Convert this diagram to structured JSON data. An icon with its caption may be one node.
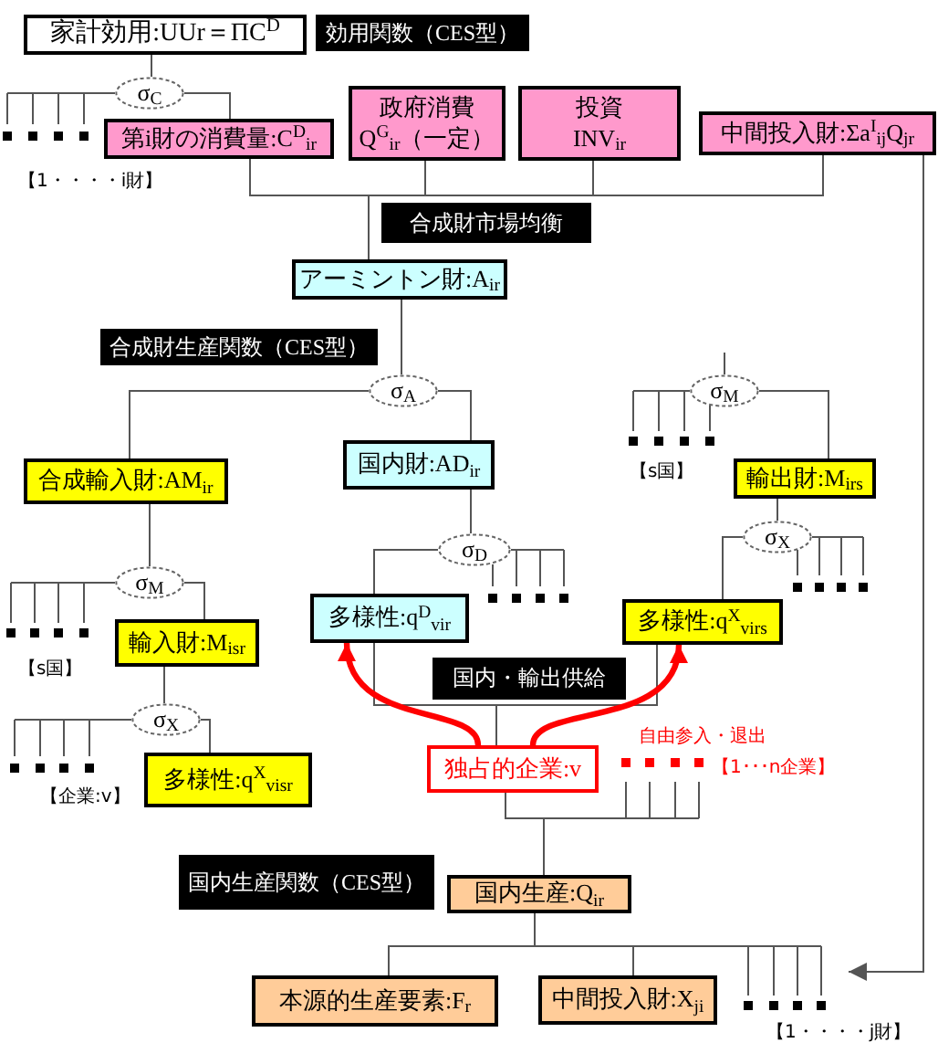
{
  "diagram": {
    "nodes": [
      {
        "text": [
          "家計効用:UUr＝ΠC$^{D}$"
        ]
      },
      {
        "text": [
          "効用関数（CES型）"
        ]
      },
      {
        "text": [
          "σ$_{C}$"
        ]
      },
      {
        "text": [
          "第i財の消費量:C$^{D}$$_{ir}$"
        ]
      },
      {
        "text": [
          "政府消費",
          "Q$^{G}$$_{ir}$（一定）"
        ]
      },
      {
        "text": [
          "投資",
          "INV$_{ir}$"
        ]
      },
      {
        "text": [
          "中間投入財:Σa$^{I}$$_{ij}$Q$_{jr}$"
        ]
      },
      {
        "text": [
          "合成財市場均衡"
        ]
      },
      {
        "text": [
          "アーミントン財:A$_{ir}$"
        ]
      },
      {
        "text": [
          "合成財生産関数（CES型）"
        ]
      },
      {
        "text": [
          "σ$_{A}$"
        ]
      },
      {
        "text": [
          "σ$_{M}$"
        ]
      },
      {
        "text": [
          "合成輸入財:AM$_{ir}$"
        ]
      },
      {
        "text": [
          "国内財:AD$_{ir}$"
        ]
      },
      {
        "text": [
          "輸出財:M$_{irs}$"
        ]
      },
      {
        "text": [
          "σ$_{X}$"
        ]
      },
      {
        "text": [
          "σ$_{D}$"
        ]
      },
      {
        "text": [
          "σ$_{M}$"
        ]
      },
      {
        "text": [
          "多様性:q$^{D}$$_{vir}$"
        ]
      },
      {
        "text": [
          "多様性:q$^{X}$$_{virs}$"
        ]
      },
      {
        "text": [
          "輸入財:M$_{isr}$"
        ]
      },
      {
        "text": [
          "国内・輸出供給"
        ]
      },
      {
        "text": [
          "σ$_{X}$"
        ]
      },
      {
        "text": [
          "独占的企業:v"
        ]
      },
      {
        "text": [
          "多様性:q$^{X}$$_{visr}$"
        ]
      },
      {
        "text": [
          "国内生産関数（CES型）"
        ]
      },
      {
        "text": [
          "国内生産:Q$_{ir}$"
        ]
      },
      {
        "text": [
          "本源的生産要素:F$_{r}$"
        ]
      },
      {
        "text": [
          "中間投入財:X$_{ji}$"
        ]
      }
    ],
    "edges": [
      {
        "from": 0,
        "to": 2,
        "arrow": "none"
      },
      {
        "from": 2,
        "to": 3,
        "arrow": "none"
      },
      {
        "from": 3,
        "to": 8,
        "arrow": "none"
      },
      {
        "from": 4,
        "to": 8,
        "arrow": "none"
      },
      {
        "from": 5,
        "to": 8,
        "arrow": "none"
      },
      {
        "from": 6,
        "to": 8,
        "arrow": "none"
      },
      {
        "from": 8,
        "to": 10,
        "arrow": "none"
      },
      {
        "from": 10,
        "to": 12,
        "arrow": "none"
      },
      {
        "from": 10,
        "to": 13,
        "arrow": "none"
      },
      {
        "from": 12,
        "to": 17,
        "arrow": "none"
      },
      {
        "from": 17,
        "to": 20,
        "arrow": "none"
      },
      {
        "from": 20,
        "to": 22,
        "arrow": "none"
      },
      {
        "from": 22,
        "to": 24,
        "arrow": "none"
      },
      {
        "from": 13,
        "to": 16,
        "arrow": "none"
      },
      {
        "from": 16,
        "to": 18,
        "arrow": "none"
      },
      {
        "from": 11,
        "to": 14,
        "arrow": "none"
      },
      {
        "from": 14,
        "to": 15,
        "arrow": "none"
      },
      {
        "from": 15,
        "to": 19,
        "arrow": "none"
      },
      {
        "from": 18,
        "to": 23,
        "arrow": "none"
      },
      {
        "from": 19,
        "to": 23,
        "arrow": "none"
      },
      {
        "from": 23,
        "to": 18,
        "arrow": "to",
        "style": "thick",
        "color": "#ff0000"
      },
      {
        "from": 23,
        "to": 19,
        "arrow": "to",
        "style": "thick",
        "color": "#ff0000"
      },
      {
        "from": 23,
        "to": 26,
        "arrow": "none"
      },
      {
        "from": 26,
        "to": 27,
        "arrow": "none"
      },
      {
        "from": 26,
        "to": 28,
        "arrow": "none"
      },
      {
        "from": 6,
        "to": null,
        "arrow": "to"
      },
      {
        "from": 11,
        "to": null,
        "arrow": "none"
      }
    ],
    "labels": [
      "【1・・・・i財】",
      "【s国】",
      "【s国】",
      "自由参入・退出",
      "【1･･･n企業】",
      "【企業:v】",
      "【1・・・・j財】"
    ]
  }
}
